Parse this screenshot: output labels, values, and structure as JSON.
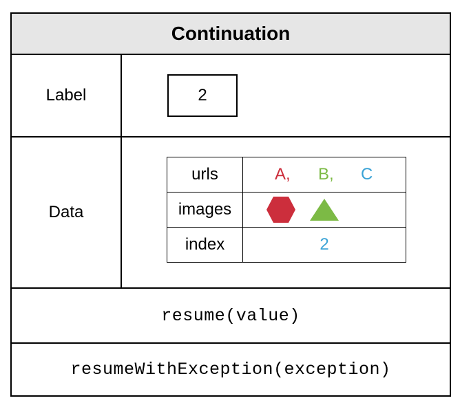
{
  "title": "Continuation",
  "label": {
    "key": "Label",
    "value": "2"
  },
  "data": {
    "key": "Data",
    "rows": {
      "urls": {
        "key": "urls",
        "values": [
          {
            "text": "A,",
            "color": "#cc2e3c"
          },
          {
            "text": "B,",
            "color": "#7cba45"
          },
          {
            "text": "C",
            "color": "#3aa3d6"
          }
        ]
      },
      "images": {
        "key": "images",
        "shapes": [
          {
            "icon": "hexagon-icon",
            "color": "#cc2e3c"
          },
          {
            "icon": "triangle-icon",
            "color": "#7cba45"
          }
        ]
      },
      "index": {
        "key": "index",
        "value": "2",
        "color": "#3aa3d6"
      }
    }
  },
  "methods": {
    "resume": "resume(value)",
    "resume_with_exception": "resumeWithException(exception)"
  },
  "colors": {
    "header_bg": "#e6e6e6",
    "border": "#000000"
  }
}
